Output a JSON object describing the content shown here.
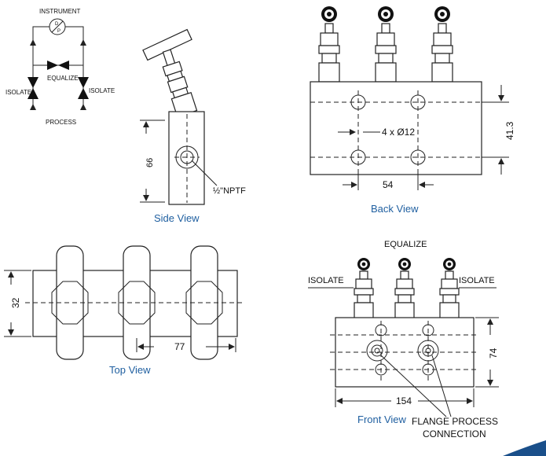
{
  "schematic": {
    "instrument": "INSTRUMENT",
    "dp_top": "D",
    "dp_bottom": "P",
    "equalize": "EQUALIZE",
    "isolate_left": "ISOLATE",
    "isolate_right": "ISOLATE",
    "process": "PROCESS"
  },
  "side_view": {
    "caption": "Side View",
    "dim_height": "66",
    "port_label": "½\"NPTF"
  },
  "back_view": {
    "caption": "Back View",
    "dim_holes": "4 x Ø12",
    "dim_width": "54",
    "dim_height": "41.3"
  },
  "top_view": {
    "caption": "Top View",
    "dim_height": "32",
    "dim_width": "77"
  },
  "front_view": {
    "caption": "Front View",
    "equalize": "EQUALIZE",
    "isolate_left": "ISOLATE",
    "isolate_right": "ISOLATE",
    "dim_height": "74",
    "dim_width": "154",
    "flange_line1": "FLANGE PROCESS",
    "flange_line2": "CONNECTION"
  },
  "colors": {
    "caption": "#1f5fa0",
    "line": "#222222",
    "accent": "#1a4f8a"
  }
}
